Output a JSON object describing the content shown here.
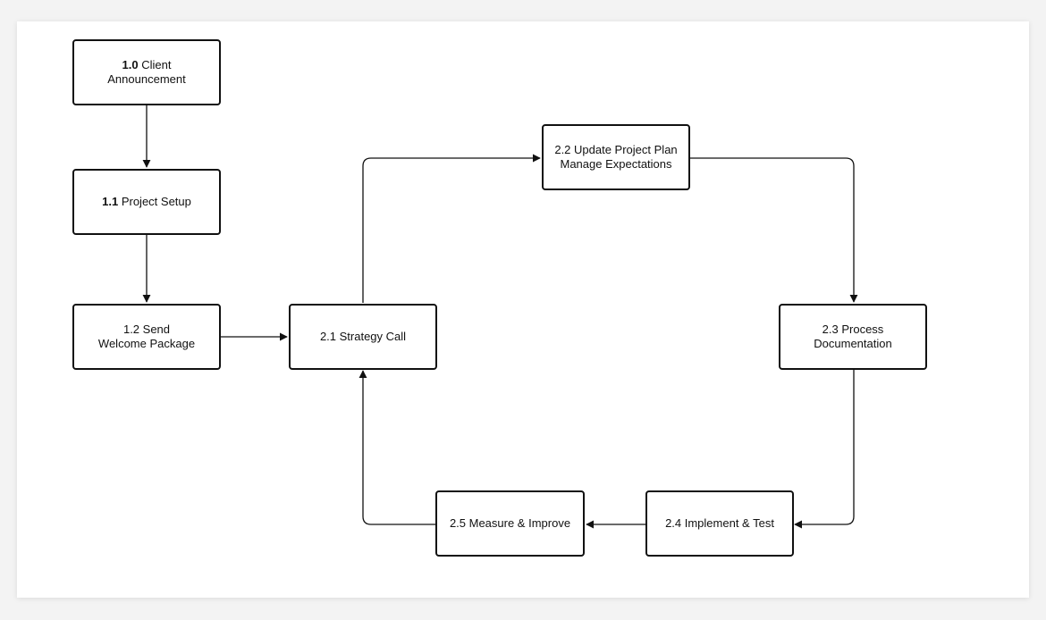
{
  "diagram": {
    "nodes": {
      "n10": {
        "number": "1.0",
        "lines": [
          "Client",
          "Announcement"
        ]
      },
      "n11": {
        "number": "1.1",
        "lines": [
          "Project Setup"
        ]
      },
      "n12": {
        "lines": [
          "1.2 Send",
          "Welcome Package"
        ]
      },
      "n21": {
        "lines": [
          "2.1 Strategy Call"
        ]
      },
      "n22": {
        "lines": [
          "2.2 Update Project Plan",
          "Manage Expectations"
        ]
      },
      "n23": {
        "lines": [
          "2.3 Process",
          "Documentation"
        ]
      },
      "n24": {
        "lines": [
          "2.4 Implement & Test"
        ]
      },
      "n25": {
        "lines": [
          "2.5 Measure & Improve"
        ]
      }
    },
    "edges": [
      {
        "from": "1.0",
        "to": "1.1"
      },
      {
        "from": "1.1",
        "to": "1.2"
      },
      {
        "from": "1.2",
        "to": "2.1"
      },
      {
        "from": "2.1",
        "to": "2.2"
      },
      {
        "from": "2.2",
        "to": "2.3"
      },
      {
        "from": "2.3",
        "to": "2.4"
      },
      {
        "from": "2.4",
        "to": "2.5"
      },
      {
        "from": "2.5",
        "to": "2.1"
      }
    ]
  }
}
